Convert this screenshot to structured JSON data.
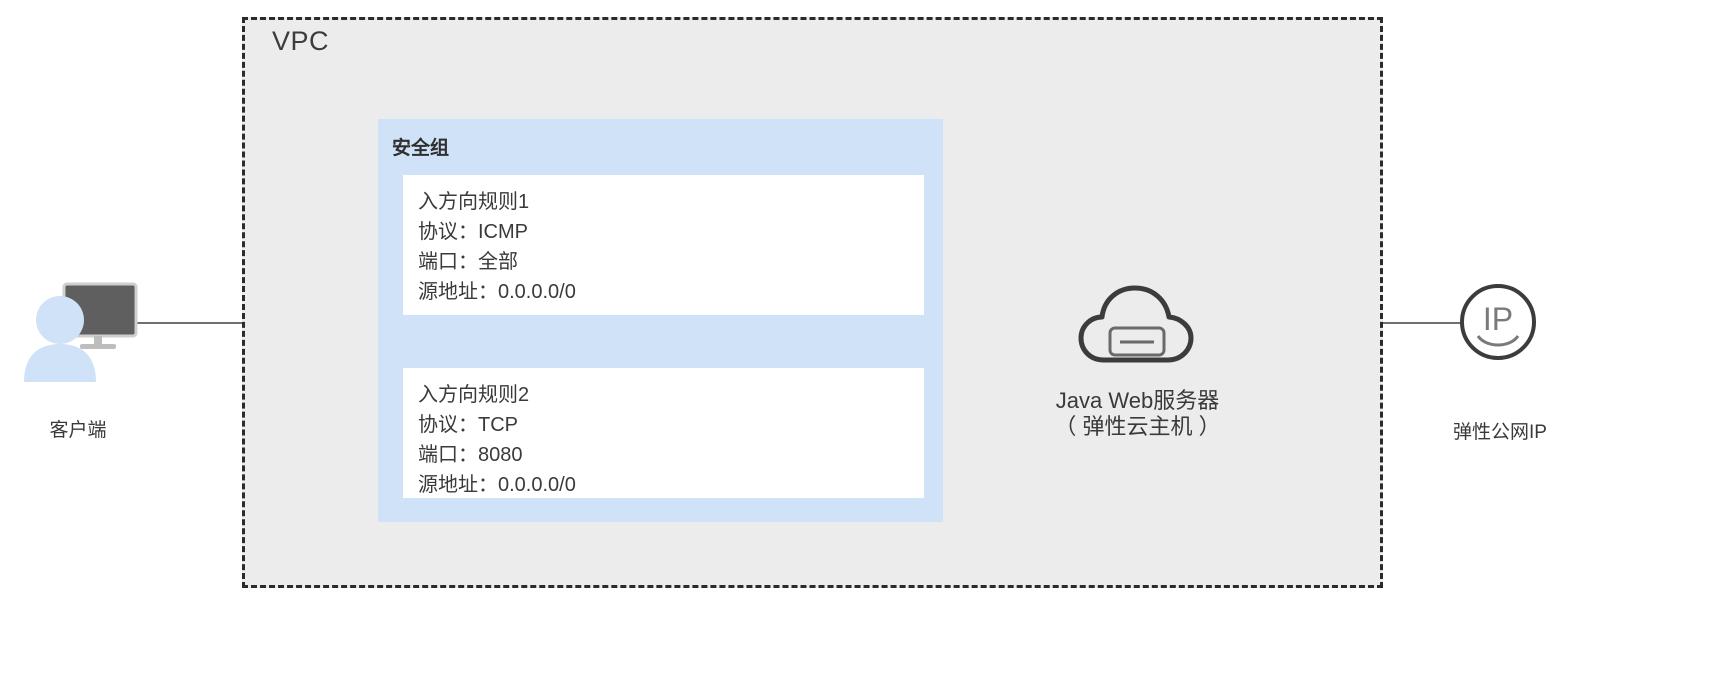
{
  "diagram": {
    "title_vpc": "VPC",
    "security_group_label": "安全组",
    "rules": [
      {
        "name": "入方向规则1",
        "protocol": "协议：ICMP",
        "port": "端口：全部",
        "source": "源地址：0.0.0.0/0"
      },
      {
        "name": "入方向规则2",
        "protocol": "协议：TCP",
        "port": "端口：8080",
        "source": "源地址：0.0.0.0/0"
      }
    ],
    "nodes": {
      "client": {
        "label": "客户端",
        "icon": "user-monitor-icon"
      },
      "server": {
        "label_line1": "Java Web服务器",
        "label_line2": "（ 弹性云主机 ）",
        "icon": "cloud-server-icon"
      },
      "eip": {
        "label": "弹性公网IP",
        "icon": "ip-circle-icon",
        "icon_text": "IP"
      }
    },
    "colors": {
      "vpc_fill": "#ececec",
      "vpc_border": "#2b2b2b",
      "security_group_fill": "#cfe2f7",
      "rule_fill": "#ffffff",
      "wire": "#6f6f6f",
      "person": "#cfe2f7",
      "monitor": "#5f5f5f",
      "text": "#3a3a3a"
    }
  }
}
